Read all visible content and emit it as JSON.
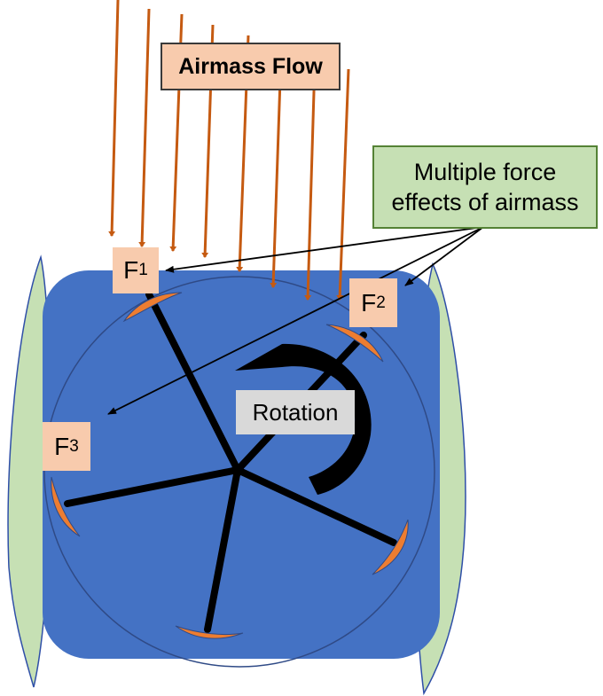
{
  "airmass_flow": "Airmass Flow",
  "multiple_force_line1": "Multiple force",
  "multiple_force_line2": "effects of airmass",
  "rotation": "Rotation",
  "forces": {
    "f1": {
      "letter": "F",
      "sub": "1"
    },
    "f2": {
      "letter": "F",
      "sub": "2"
    },
    "f3": {
      "letter": "F",
      "sub": "3"
    }
  },
  "colors": {
    "housing": "#4472c4",
    "blade": "#ed7d31",
    "flow_arrow": "#c55a11",
    "side_panel": "#c6e0b4",
    "label_orange": "#f8cbad",
    "label_green": "#c6e0b4",
    "label_gray": "#d9d9d9"
  }
}
